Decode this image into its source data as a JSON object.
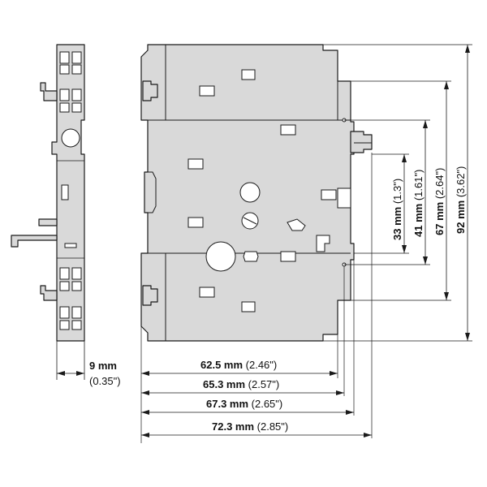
{
  "dimensions": {
    "width_9": {
      "value": "9 mm",
      "imperial": "(0.35\")"
    },
    "width_62_5": {
      "value": "62.5 mm",
      "imperial": " (2.46\")"
    },
    "width_65_3": {
      "value": "65.3 mm",
      "imperial": " (2.57\")"
    },
    "width_67_3": {
      "value": "67.3 mm",
      "imperial": " (2.65\")"
    },
    "width_72_3": {
      "value": "72.3 mm",
      "imperial": " (2.85\")"
    },
    "height_33": {
      "value": "33 mm",
      "imperial": " (1.3\")"
    },
    "height_41": {
      "value": "41 mm",
      "imperial": " (1.61\")"
    },
    "height_67": {
      "value": "67 mm",
      "imperial": " (2.64\")"
    },
    "height_92": {
      "value": "92 mm",
      "imperial": " (3.62\")"
    }
  },
  "colors": {
    "body_fill": "#d9d9d9",
    "outline": "#1a1a1a"
  }
}
